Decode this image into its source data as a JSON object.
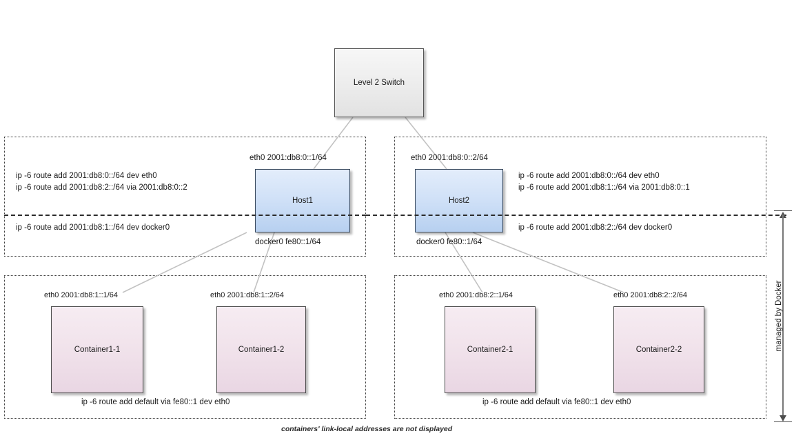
{
  "diagram": {
    "caption": "containers' link-local addresses are not displayed",
    "managed_label": "managed by Docker",
    "colors": {
      "switch_fill": "#ececec",
      "host_fill": "#cfe0f7",
      "container_fill": "#f0e1ea",
      "border": "#4d4d4d",
      "wire": "#bdbdbd",
      "region_border": "#3c3c3c"
    }
  },
  "switch": {
    "label": "Level 2 Switch"
  },
  "hosts": [
    {
      "name": "Host1",
      "eth0_label": "eth0 2001:db8:0::1/64",
      "docker0_label": "docker0 fe80::1/64",
      "routes_above": [
        "ip -6 route add 2001:db8:0::/64 dev eth0",
        "ip -6 route add 2001:db8:2::/64 via 2001:db8:0::2"
      ],
      "routes_below": [
        "ip -6 route add 2001:db8:1::/64 dev docker0"
      ]
    },
    {
      "name": "Host2",
      "eth0_label": "eth0 2001:db8:0::2/64",
      "docker0_label": "docker0 fe80::1/64",
      "routes_above": [
        "ip -6 route add 2001:db8:0::/64 dev eth0",
        "ip -6 route add 2001:db8:1::/64 via 2001:db8:0::1"
      ],
      "routes_below": [
        "ip -6 route add 2001:db8:2::/64 dev docker0"
      ]
    }
  ],
  "container_groups": [
    {
      "route": "ip -6 route add default via fe80::1 dev eth0",
      "containers": [
        {
          "name": "Container1-1",
          "eth0_label": "eth0 2001:db8:1::1/64"
        },
        {
          "name": "Container1-2",
          "eth0_label": "eth0 2001:db8:1::2/64"
        }
      ]
    },
    {
      "route": "ip -6 route add default via fe80::1 dev eth0",
      "containers": [
        {
          "name": "Container2-1",
          "eth0_label": "eth0 2001:db8:2::1/64"
        },
        {
          "name": "Container2-2",
          "eth0_label": "eth0 2001:db8:2::2/64"
        }
      ]
    }
  ]
}
